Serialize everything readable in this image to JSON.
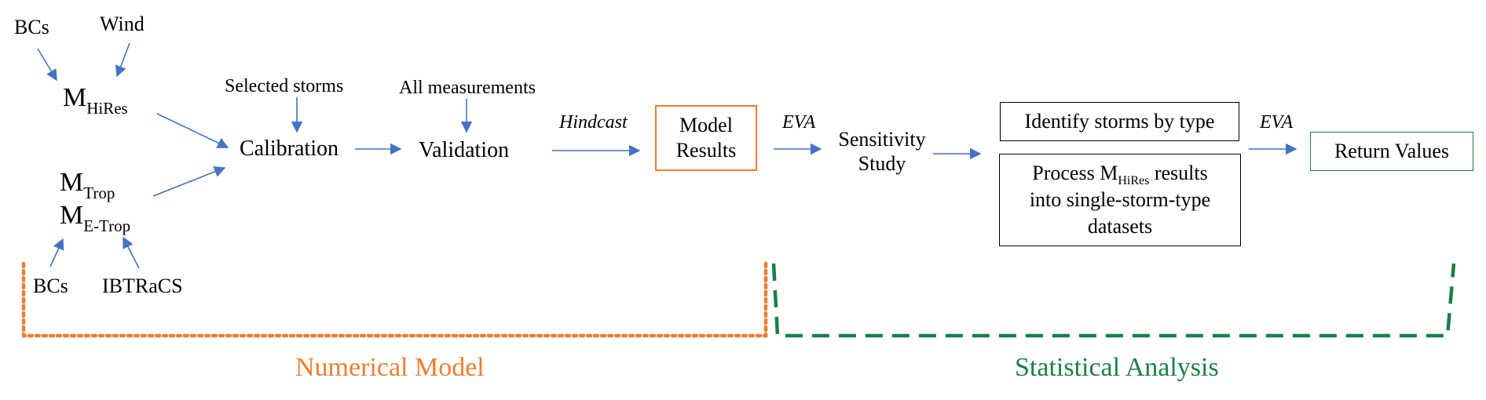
{
  "inputs": {
    "bcs_top": "BCs",
    "wind": "Wind",
    "m_hires_main": "M",
    "m_hires_sub": "HiRes",
    "m_trop_main": "M",
    "m_trop_sub": "Trop",
    "m_etrop_main": "M",
    "m_etrop_sub": "E-Trop",
    "bcs_bottom": "BCs",
    "ibtracs": "IBTRaCS"
  },
  "steps": {
    "selected_storms": "Selected storms",
    "calibration": "Calibration",
    "all_measurements": "All measurements",
    "validation": "Validation",
    "hindcast": "Hindcast",
    "model_results_line1": "Model",
    "model_results_line2": "Results",
    "eva_1": "EVA",
    "sensitivity_line1": "Sensitivity",
    "sensitivity_line2": "Study",
    "identify_storms": "Identify storms by type",
    "process_prefix": "Process M",
    "process_sub": "HiRes",
    "process_suffix": " results",
    "process_line2": "into single-storm-type",
    "process_line3": "datasets",
    "eva_2": "EVA",
    "return_values": "Return Values"
  },
  "groups": {
    "numerical_model": "Numerical Model",
    "statistical_analysis": "Statistical Analysis"
  },
  "colors": {
    "arrow": "#4472C4",
    "numerical": "#ED7D31",
    "statistical": "#1A7F45"
  }
}
